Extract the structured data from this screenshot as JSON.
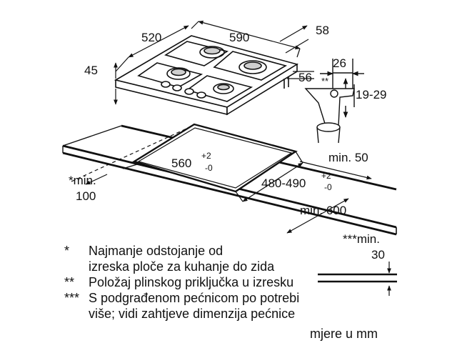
{
  "dimensions": {
    "hob_depth": "520",
    "hob_width": "590",
    "hob_height": "45",
    "top_right": "58",
    "gas_side": "56",
    "gas_star": "**",
    "connector_width": "26",
    "connector_height": "19-29",
    "cutout_width": "560",
    "cutout_width_tol_top": "+2",
    "cutout_width_tol_bottom": "-0",
    "cutout_depth": "480-490",
    "cutout_depth_tol_top": "+2",
    "cutout_depth_tol_bottom": "-0",
    "min_50": "min. 50",
    "min_100_line1": "*min.",
    "min_100_line2": "100",
    "min_600": "min. 600",
    "min_30_line1": "***min.",
    "min_30_line2": "30"
  },
  "notes": [
    {
      "marker": "*",
      "lines": [
        "Najmanje odstojanje od",
        "izreska ploče za kuhanje do zida"
      ]
    },
    {
      "marker": "**",
      "lines": [
        "Položaj plinskog priključka u izresku"
      ]
    },
    {
      "marker": "***",
      "lines": [
        "S podgrađenom pećnicom po potrebi",
        "više; vidi zahtjeve dimenzija pećnice"
      ]
    }
  ],
  "units": "mjere u mm"
}
